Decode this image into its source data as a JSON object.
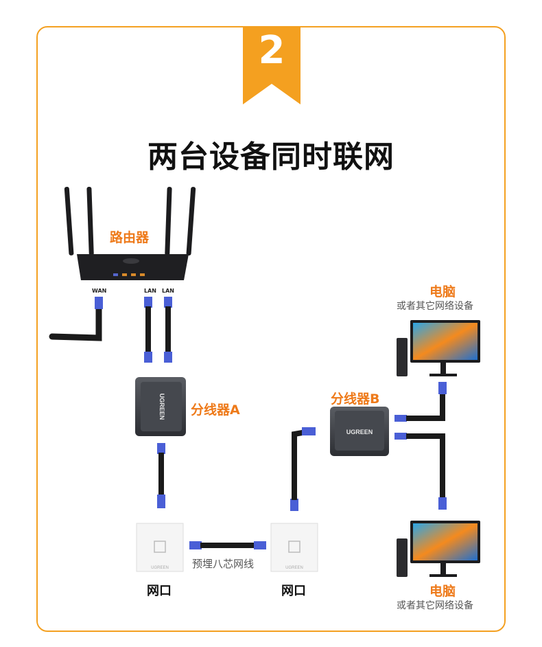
{
  "step_number": "2",
  "title": "两台设备同时联网",
  "router": {
    "label": "路由器",
    "port_wan": "WAN",
    "port_lan1": "LAN",
    "port_lan2": "LAN"
  },
  "splitter_a": {
    "label": "分线器A",
    "brand": "UGREEN"
  },
  "splitter_b": {
    "label": "分线器B",
    "brand": "UGREEN"
  },
  "computer_top": {
    "label": "电脑",
    "sublabel": "或者其它网络设备"
  },
  "computer_bottom": {
    "label": "电脑",
    "sublabel": "或者其它网络设备"
  },
  "wall_port_left": {
    "label": "网口",
    "brand": "UGREEN"
  },
  "wall_port_right": {
    "label": "网口",
    "brand": "UGREEN"
  },
  "cable_label": "预埋八芯网线",
  "colors": {
    "accent": "#f4a020",
    "label_orange": "#ee7a1a",
    "connector_blue": "#4a5fd6"
  }
}
